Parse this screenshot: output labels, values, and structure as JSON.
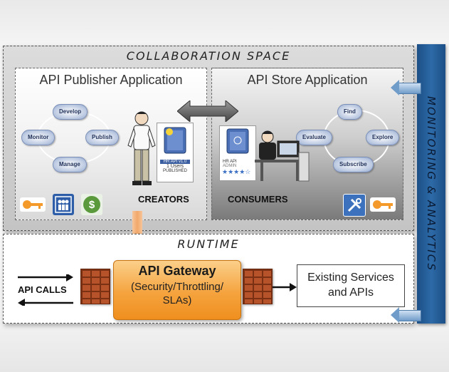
{
  "collaboration": {
    "title": "COLLABORATION SPACE"
  },
  "publisher": {
    "title": "API Publisher Application",
    "cycle": [
      "Develop",
      "Publish",
      "Manage",
      "Monitor"
    ],
    "role": "CREATORS",
    "book": {
      "line1": "HR API v1.0",
      "line2": "1 Users",
      "line3": "PUBLISHED"
    }
  },
  "store": {
    "title": "API Store Application",
    "cycle": [
      "Find",
      "Explore",
      "Subscribe",
      "Evaluate"
    ],
    "role": "CONSUMERS",
    "card": {
      "line1": "HR API",
      "line2": "ADMIN"
    }
  },
  "runtime": {
    "title": "RUNTIME",
    "api_calls": "API CALLS",
    "gateway": {
      "title": "API Gateway",
      "line1": "(Security/Throttling/",
      "line2": "SLAs)"
    },
    "existing": {
      "line1": "Existing Services",
      "line2": "and APIs"
    }
  },
  "monitoring": {
    "title": "MONITORING & ANALYTICS"
  },
  "colors": {
    "gateway": "#f5a33e",
    "monitoring_bar": "#2d6aa7",
    "cycle_node": "#b9c7e0"
  }
}
